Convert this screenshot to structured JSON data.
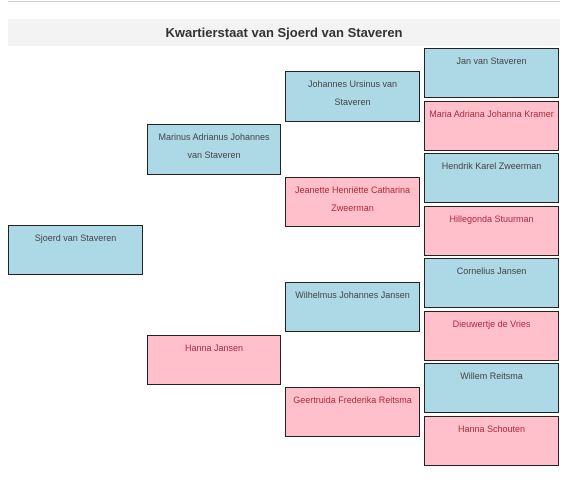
{
  "page": {
    "title": "Kwartierstaat van Sjoerd van Staveren"
  },
  "colors": {
    "male": "#add8e6",
    "female": "#ffc0cb",
    "border": "#222222",
    "title_bar": "#f3f3f3"
  },
  "people": {
    "root": {
      "name": "Sjoerd van Staveren",
      "gender": "male"
    },
    "father": {
      "name": "Marinus Adrianus Johannes van Staveren",
      "gender": "male"
    },
    "mother": {
      "name": "Hanna Jansen",
      "gender": "female"
    },
    "paternal_grandfather": {
      "name": "Johannes Ursinus van Staveren",
      "gender": "male"
    },
    "paternal_grandmother": {
      "name": "Jeanette Henriëtte Catharina Zweerman",
      "gender": "female"
    },
    "maternal_grandfather": {
      "name": "Wilhelmus Johannes Jansen",
      "gender": "male"
    },
    "maternal_grandmother": {
      "name": "Geertruida Frederika Reitsma",
      "gender": "female"
    },
    "ggf_1": {
      "name": "Jan van Staveren",
      "gender": "male"
    },
    "ggm_1": {
      "name": "Maria Adriana Johanna Kramer",
      "gender": "female"
    },
    "ggf_2": {
      "name": "Hendrik Karel Zweerman",
      "gender": "male"
    },
    "ggm_2": {
      "name": "Hillegonda Stuurman",
      "gender": "female"
    },
    "ggf_3": {
      "name": "Cornelius Jansen",
      "gender": "male"
    },
    "ggm_3": {
      "name": "Dieuwertje de Vries",
      "gender": "female"
    },
    "ggf_4": {
      "name": "Willem Reitsma",
      "gender": "male"
    },
    "ggm_4": {
      "name": "Hanna Schouten",
      "gender": "female"
    }
  }
}
